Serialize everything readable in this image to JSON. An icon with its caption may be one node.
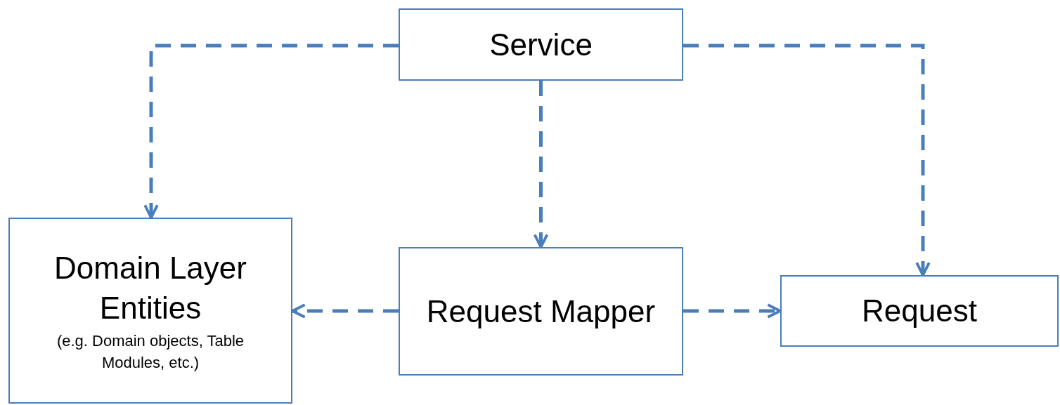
{
  "diagram": {
    "nodes": [
      {
        "text": [
          "Service"
        ]
      },
      {
        "text": [
          "Domain Layer Entities",
          "(e.g. Domain objects, Table Modules, etc.)"
        ]
      },
      {
        "text": [
          "Request Mapper"
        ]
      },
      {
        "text": [
          "Request"
        ]
      }
    ],
    "edges": [
      {
        "from": 0,
        "to": 1,
        "arrow": "to",
        "style": "dashed"
      },
      {
        "from": 0,
        "to": 2,
        "arrow": "to",
        "style": "dashed"
      },
      {
        "from": 0,
        "to": 3,
        "arrow": "to",
        "style": "dashed"
      },
      {
        "from": 2,
        "to": 1,
        "arrow": "to",
        "style": "dashed"
      },
      {
        "from": 2,
        "to": 3,
        "arrow": "to",
        "style": "dashed"
      }
    ]
  }
}
